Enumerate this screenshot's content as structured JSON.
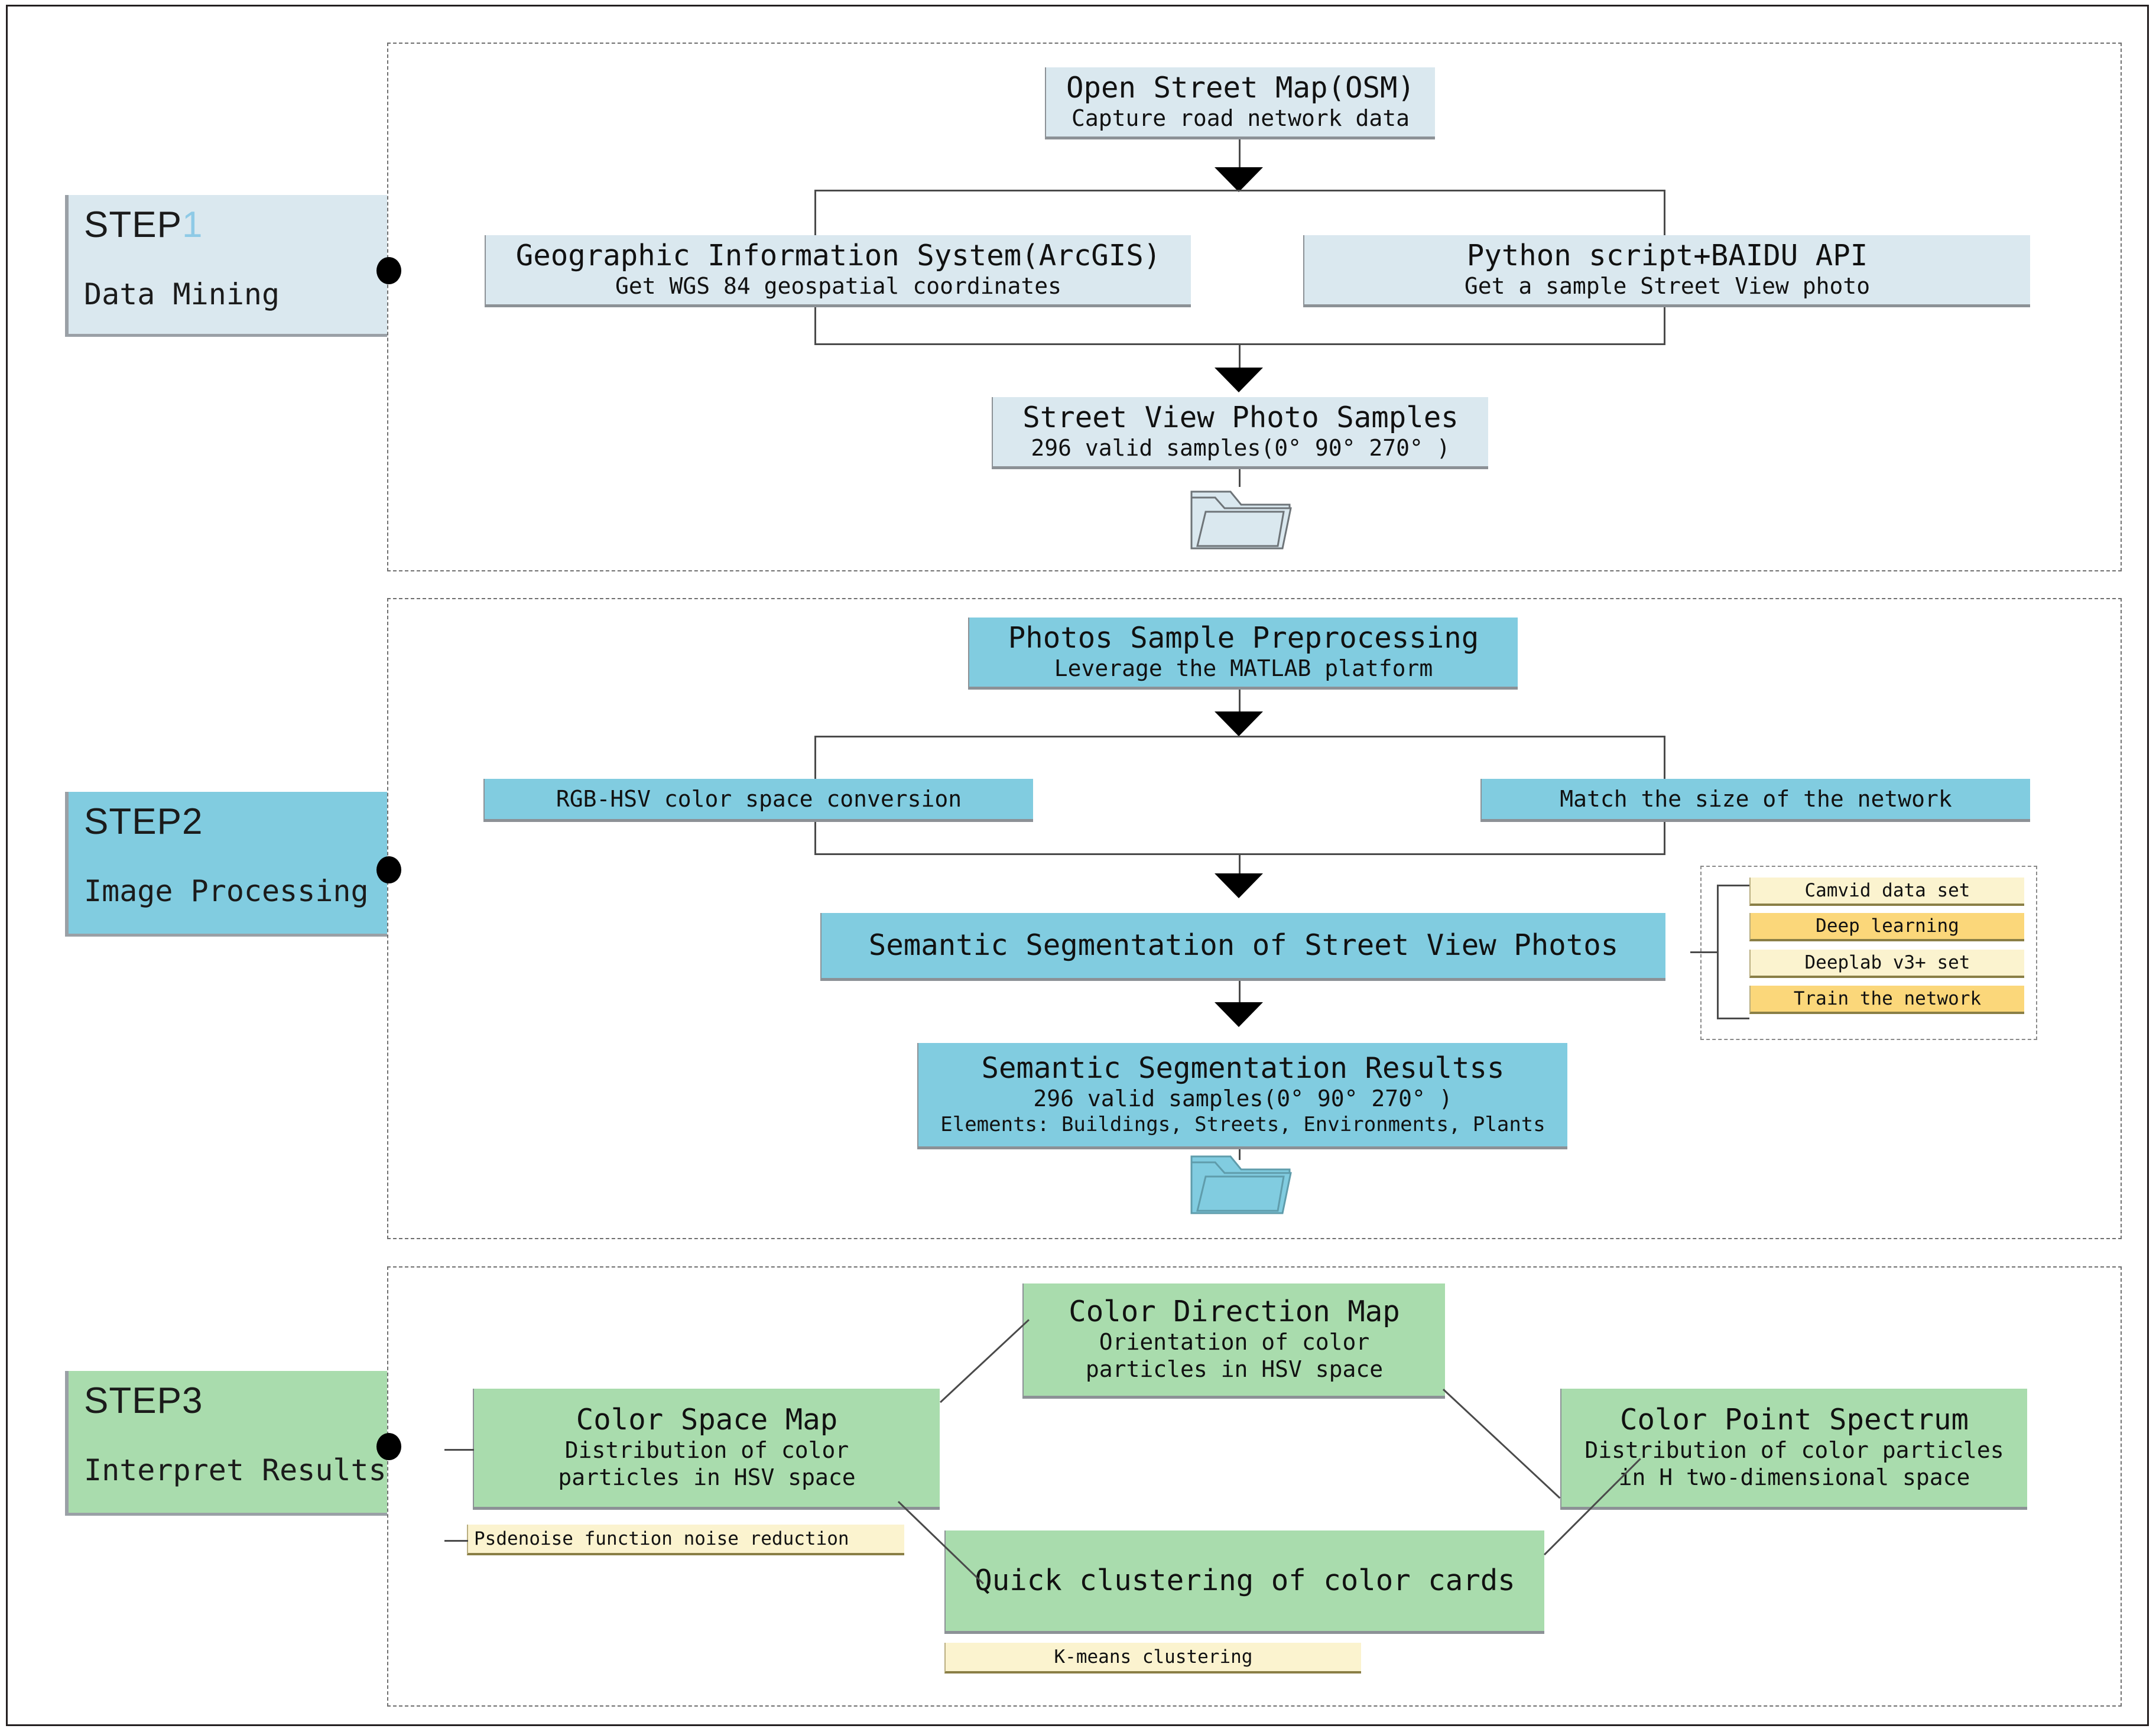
{
  "figure": {
    "type": "flowchart",
    "title": "Research methodology flowchart"
  },
  "steps": [
    {
      "id": "step1",
      "title_prefix": "STEP",
      "title_number": "1",
      "subtitle": "Data Mining",
      "color": "#dae8ef"
    },
    {
      "id": "step2",
      "title_prefix": "STEP",
      "title_number": "2",
      "subtitle": "Image Processing",
      "color": "#81cce0"
    },
    {
      "id": "step3",
      "title_prefix": "STEP",
      "title_number": "3",
      "subtitle": "Interpret Results",
      "color": "#a9dcad"
    }
  ],
  "step1_nodes": {
    "osm": {
      "line1": "Open Street Map(OSM)",
      "line2": "Capture road network data"
    },
    "gis": {
      "line1": "Geographic Information System(ArcGIS)",
      "line2": "Get WGS 84 geospatial coordinates"
    },
    "python": {
      "line1": "Python script+BAIDU API",
      "line2": "Get a sample Street View photo"
    },
    "samples": {
      "line1": "Street View Photo Samples",
      "line2": "296 valid samples(0° 90° 270° )"
    },
    "folder_icon": "folder-icon"
  },
  "step2_nodes": {
    "preprocessing": {
      "line1": "Photos Sample Preprocessing",
      "line2": "Leverage the MATLAB platform"
    },
    "rgbhsv": {
      "line1": "RGB-HSV color space conversion"
    },
    "matchsize": {
      "line1": "Match the size of the network"
    },
    "segmentation": {
      "line1": "Semantic Segmentation of Street View Photos"
    },
    "results": {
      "line1": "Semantic Segmentation Resultss",
      "line2": "296 valid samples(0° 90° 270° )",
      "line3": "Elements: Buildings, Streets, Environments, Plants"
    },
    "folder_icon": "folder-icon",
    "sidebar": [
      {
        "label": "Camvid data set",
        "tone": "light"
      },
      {
        "label": "Deep learning",
        "tone": "dark"
      },
      {
        "label": "Deeplab v3+ set",
        "tone": "light"
      },
      {
        "label": "Train the network",
        "tone": "dark"
      }
    ]
  },
  "step3_nodes": {
    "direction_map": {
      "line1": "Color Direction Map",
      "line2": "Orientation of color",
      "line3": "particles in HSV space"
    },
    "space_map": {
      "line1": "Color Space Map",
      "line2": "Distribution of color",
      "line3": "particles in HSV space"
    },
    "point_spectrum": {
      "line1": "Color Point Spectrum",
      "line2": "Distribution of color particles",
      "line3": "in H two-dimensional space"
    },
    "clustering": {
      "line1": "Quick clustering of color cards"
    },
    "psdenoise": {
      "label": "Psdenoise function noise reduction"
    },
    "kmeans": {
      "label": "K-means clustering"
    }
  },
  "palette": {
    "light_blue": "#dae8ef",
    "blue": "#81cce0",
    "green": "#a9dcad",
    "yellow_light": "#fbf3cf",
    "yellow_dark": "#fbd77a",
    "line": "#4a4a4a",
    "border": "#8c9196"
  }
}
